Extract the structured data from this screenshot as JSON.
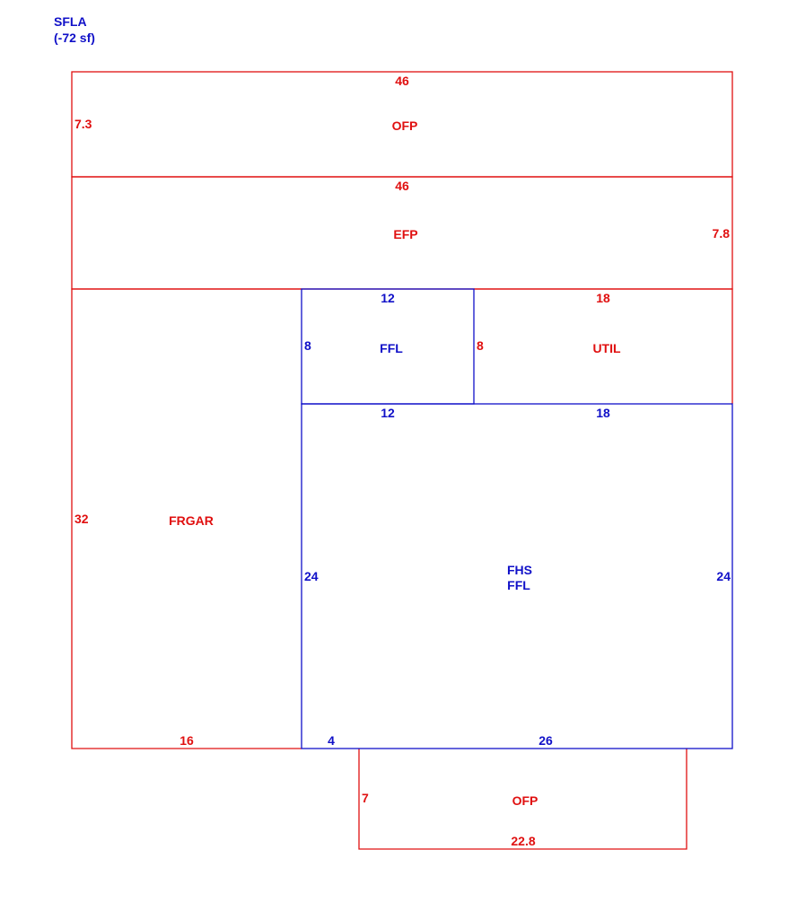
{
  "colors": {
    "red": "#e01010",
    "blue": "#1010c8"
  },
  "header": {
    "title": "SFLA",
    "subtitle": "(-72 sf)"
  },
  "areas": {
    "ofp_top": {
      "label": "OFP",
      "dim_top": "46",
      "dim_left": "7.3"
    },
    "efp": {
      "label": "EFP",
      "dim_top": "46",
      "dim_right": "7.8"
    },
    "ffl_small": {
      "label": "FFL",
      "dim_top": "12",
      "dim_bottom": "12",
      "dim_left": "8",
      "dim_right": "8"
    },
    "util": {
      "label": "UTIL",
      "dim_top": "18"
    },
    "frgar": {
      "label": "FRGAR",
      "dim_left": "32",
      "dim_bottom": "16"
    },
    "fhs_ffl": {
      "label_1": "FHS",
      "label_2": "FFL",
      "dim_top": "18",
      "dim_left": "24",
      "dim_right": "24",
      "dim_bottom_left": "4",
      "dim_bottom": "26"
    },
    "ofp_bottom": {
      "label": "OFP",
      "dim_left": "7",
      "dim_bottom": "22.8"
    }
  }
}
